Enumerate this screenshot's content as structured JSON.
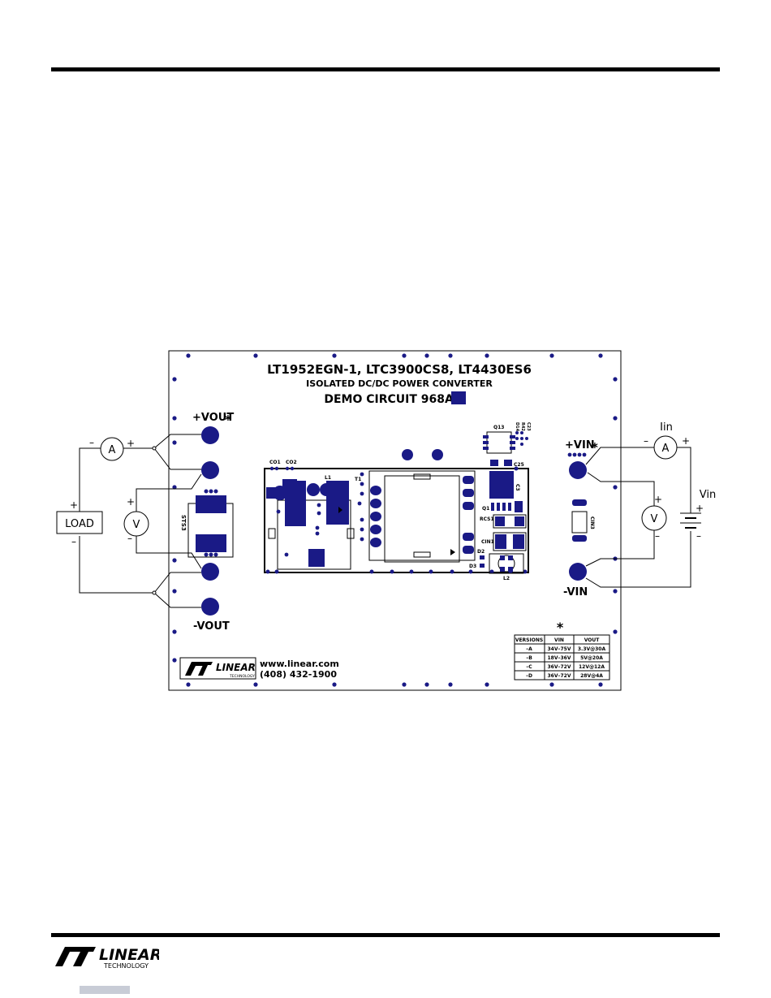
{
  "board": {
    "title_line1": "LT1952EGN-1, LTC3900CS8, LT4430ES6",
    "title_line2": "ISOLATED DC/DC POWER CONVERTER",
    "title_line3": "DEMO CIRCUIT 968A-",
    "website": "www.linear.com",
    "phone": "(408) 432-1900",
    "logo_text": "LINEAR",
    "logo_sub": "TECHNOLOGY"
  },
  "terminals": {
    "vout_pos": "+VOUT",
    "vout_neg": "-VOUT",
    "vin_pos": "+VIN",
    "vin_neg": "-VIN",
    "star": "*"
  },
  "components": {
    "co1": "CO1",
    "co2": "CO2",
    "l1": "L1",
    "t1": "T1",
    "q13": "Q13",
    "c25": "C25",
    "c3": "C3",
    "q1": "Q1",
    "rcs1": "RCS1",
    "cin1": "CIN1",
    "d2": "D2",
    "d3": "D3",
    "l2": "L2",
    "cin3": "CIN3",
    "d14": "D14",
    "c23": "C23",
    "r42": "R42",
    "sts3": "STS3"
  },
  "external": {
    "load": "LOAD",
    "ammeter": "A",
    "voltmeter": "V",
    "plus": "+",
    "minus": "–",
    "iin_label": "Iin",
    "vin_label": "Vin"
  },
  "versions_table": {
    "star": "*",
    "headers": [
      "VERSIONS",
      "VIN",
      "VOUT"
    ],
    "rows": [
      [
        "–A",
        "34V–75V",
        "3.3V@30A"
      ],
      [
        "–B",
        "18V–36V",
        "5V@20A"
      ],
      [
        "–C",
        "36V–72V",
        "12V@12A"
      ],
      [
        "–D",
        "36V–72V",
        "28V@4A"
      ]
    ]
  },
  "footer": {
    "logo_text": "LINEAR",
    "logo_sub": "TECHNOLOGY"
  },
  "colors": {
    "pcb_blue": "#1a1a86",
    "ink": "#000000"
  }
}
